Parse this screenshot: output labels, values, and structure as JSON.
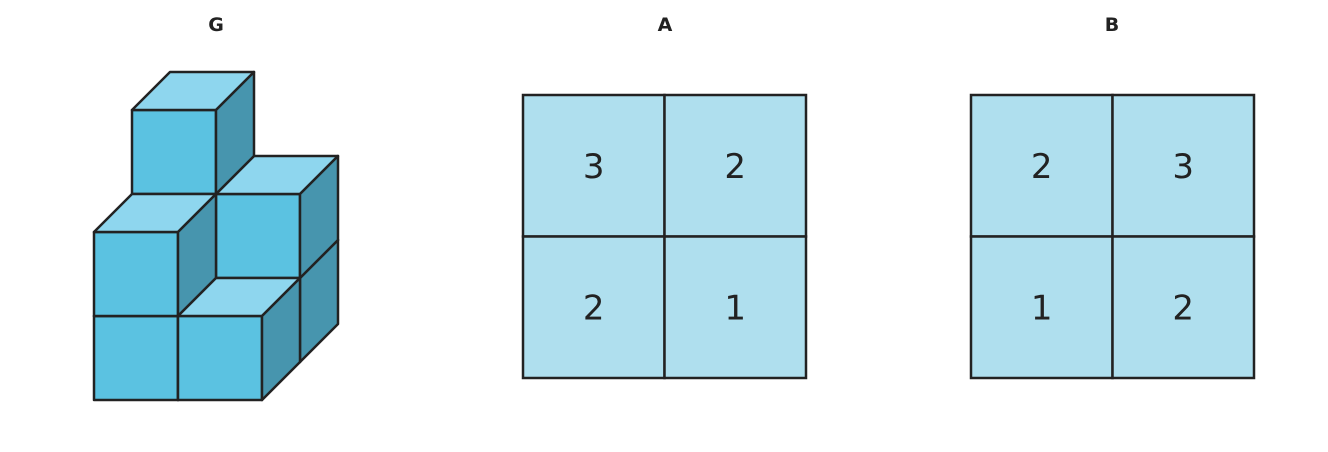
{
  "panels": {
    "g": {
      "title": "G"
    },
    "a": {
      "title": "A",
      "grid": [
        [
          "3",
          "2"
        ],
        [
          "2",
          "1"
        ]
      ]
    },
    "b": {
      "title": "B",
      "grid": [
        [
          "2",
          "3"
        ],
        [
          "1",
          "2"
        ]
      ]
    }
  },
  "colors": {
    "cube_front": "#5bc2e1",
    "cube_top": "#8ed6ee",
    "cube_side": "#4795ae",
    "grid_fill": "#afdfee",
    "stroke": "#222222"
  }
}
